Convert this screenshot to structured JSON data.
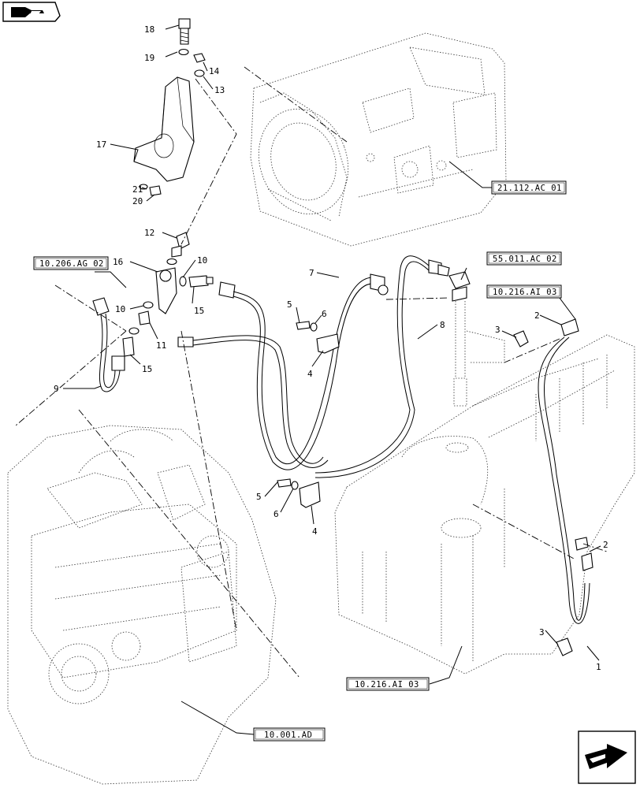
{
  "callouts": [
    {
      "id": "c18",
      "label": "18"
    },
    {
      "id": "c19",
      "label": "19"
    },
    {
      "id": "c14",
      "label": "14"
    },
    {
      "id": "c13",
      "label": "13"
    },
    {
      "id": "c17",
      "label": "17"
    },
    {
      "id": "c21",
      "label": "21"
    },
    {
      "id": "c20",
      "label": "20"
    },
    {
      "id": "c12",
      "label": "12"
    },
    {
      "id": "c16",
      "label": "16"
    },
    {
      "id": "c10a",
      "label": "10"
    },
    {
      "id": "c15a",
      "label": "15"
    },
    {
      "id": "c10b",
      "label": "10"
    },
    {
      "id": "c11",
      "label": "11"
    },
    {
      "id": "c15b",
      "label": "15"
    },
    {
      "id": "c9",
      "label": "9"
    },
    {
      "id": "c7",
      "label": "7"
    },
    {
      "id": "c5a",
      "label": "5"
    },
    {
      "id": "c6a",
      "label": "6"
    },
    {
      "id": "c4a",
      "label": "4"
    },
    {
      "id": "c8",
      "label": "8"
    },
    {
      "id": "c3a",
      "label": "3"
    },
    {
      "id": "c2a",
      "label": "2"
    },
    {
      "id": "c5b",
      "label": "5"
    },
    {
      "id": "c6b",
      "label": "6"
    },
    {
      "id": "c4b",
      "label": "4"
    },
    {
      "id": "c2b",
      "label": "2"
    },
    {
      "id": "c3b",
      "label": "3"
    },
    {
      "id": "c1",
      "label": "1"
    }
  ],
  "references": [
    {
      "id": "r1",
      "label": "21.112.AC 01"
    },
    {
      "id": "r2",
      "label": "10.206.AG 02"
    },
    {
      "id": "r3",
      "label": "55.011.AC 02"
    },
    {
      "id": "r4",
      "label": "10.216.AI 03"
    },
    {
      "id": "r5",
      "label": "10.216.AI 03"
    },
    {
      "id": "r6",
      "label": "10.001.AD"
    }
  ],
  "icons": {
    "top_left": "book-arrow-icon",
    "bottom_right": "next-page-arrow-icon"
  }
}
